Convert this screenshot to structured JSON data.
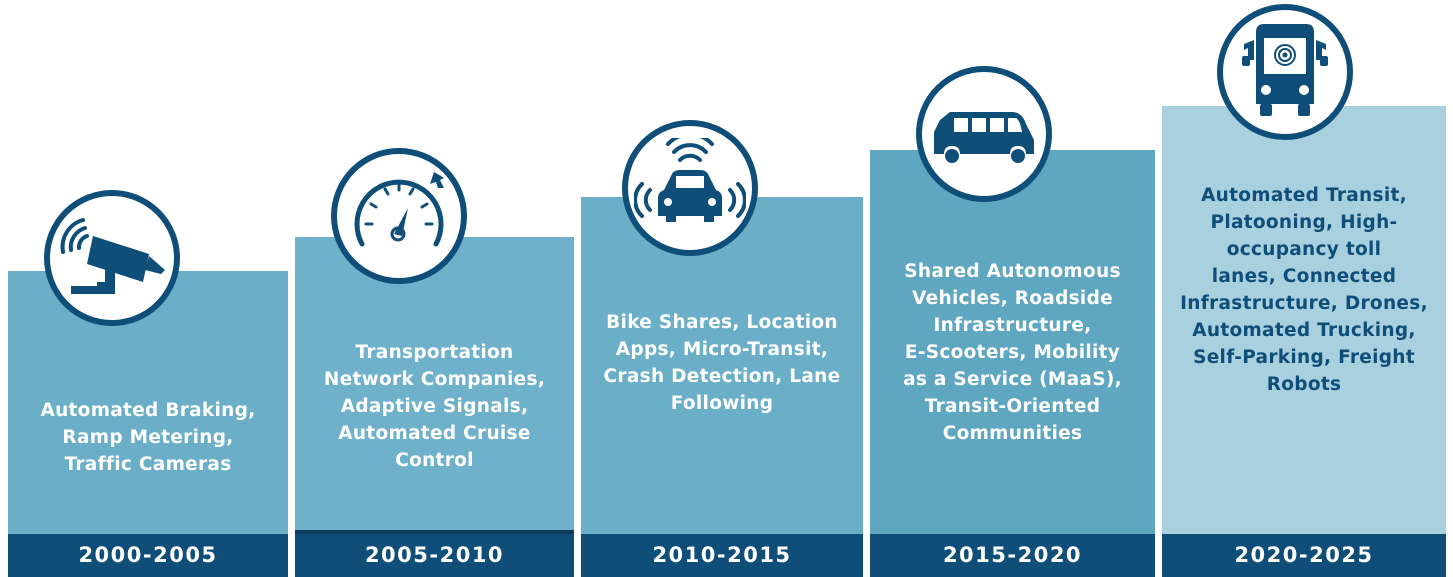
{
  "colors": {
    "navy": "#0f4e78",
    "panel": "#6aaec8",
    "panel_light": "#a9d0df",
    "text_light": "#ffffff"
  },
  "eras": [
    {
      "years": "2000-2005",
      "label": "Automated Braking,\nRamp Metering,\nTraffic Cameras",
      "icon": "security-camera-icon"
    },
    {
      "years": "2005-2010",
      "label": "Transportation\nNetwork Companies,\nAdaptive Signals,\nAutomated Cruise\nControl",
      "icon": "speedometer-icon"
    },
    {
      "years": "2010-2015",
      "label": "Bike Shares, Location\nApps, Micro-Transit,\nCrash Detection, Lane\nFollowing",
      "icon": "connected-car-icon"
    },
    {
      "years": "2015-2020",
      "label": "Shared Autonomous\nVehicles, Roadside\nInfrastructure,\nE-Scooters, Mobility\nas a Service (MaaS),\nTransit-Oriented\nCommunities",
      "icon": "shuttle-van-icon"
    },
    {
      "years": "2020-2025",
      "label": "Automated Transit,\nPlatooning, High-\noccupancy toll\nlanes, Connected\nInfrastructure, Drones,\nAutomated Trucking,\nSelf-Parking, Freight\nRobots",
      "icon": "autonomous-bus-icon"
    }
  ]
}
